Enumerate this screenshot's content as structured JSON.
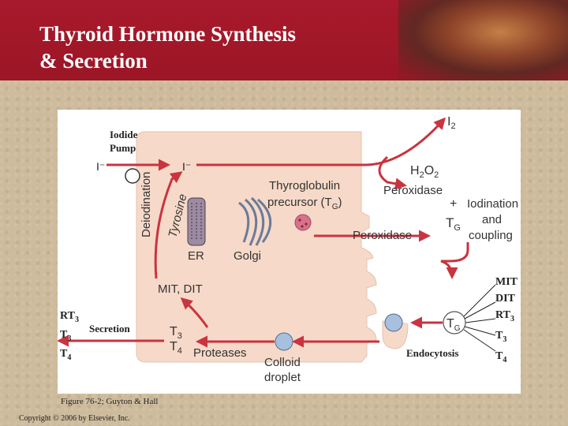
{
  "title": {
    "line1": "Thyroid Hormone Synthesis",
    "line2": "& Secretion"
  },
  "diagram": {
    "iodide_pump_line1": "Iodide",
    "iodide_pump_line2": "Pump",
    "i_minus_outer": "I⁻",
    "i_minus_inner": "I⁻",
    "i2": "I",
    "i2_sub": "2",
    "h2o2": "H",
    "h2o2_sub1": "2",
    "h2o2_mid": "O",
    "h2o2_sub2": "2",
    "peroxidase_top": "Peroxidase",
    "plus": "+",
    "tg": "T",
    "tg_sub": "G",
    "iodination_line1": "Iodination",
    "iodination_line2": "and",
    "iodination_line3": "coupling",
    "thyroglobulin_line1": "Thyroglobulin",
    "thyroglobulin_line2": "precursor (T",
    "thyroglobulin_sub": "G",
    "thyroglobulin_end": ")",
    "peroxidase_mid": "Peroxidase",
    "deiodination": "Deiodination",
    "tyrosine": "Tyrosine",
    "er": "ER",
    "golgi": "Golgi",
    "mit_dit": "MIT, DIT",
    "secretion": "Secretion",
    "t3": "T",
    "t3_sub": "3",
    "t4": "T",
    "t4_sub": "4",
    "proteases": "Proteases",
    "colloid_line1": "Colloid",
    "colloid_line2": "droplet",
    "endocytosis": "Endocytosis",
    "tg_right": "T",
    "tg_right_sub": "G",
    "left_list": [
      {
        "label": "RT",
        "sub": "3"
      },
      {
        "label": "T",
        "sub": "3"
      },
      {
        "label": "T",
        "sub": "4"
      }
    ],
    "right_list": [
      {
        "label": "MIT",
        "sub": ""
      },
      {
        "label": "DIT",
        "sub": ""
      },
      {
        "label": "RT",
        "sub": "3"
      },
      {
        "label": "T",
        "sub": "3"
      },
      {
        "label": "T",
        "sub": "4"
      }
    ]
  },
  "caption": "Figure 76-2; Guyton & Hall",
  "copyright": "Copyright © 2006 by Elsevier, Inc.",
  "colors": {
    "header": "#9b1626",
    "arrow": "#c8343f",
    "cell": "#f6d9c8",
    "background": "#cdbb9c",
    "colloid_droplet": "#a7c0e0"
  }
}
